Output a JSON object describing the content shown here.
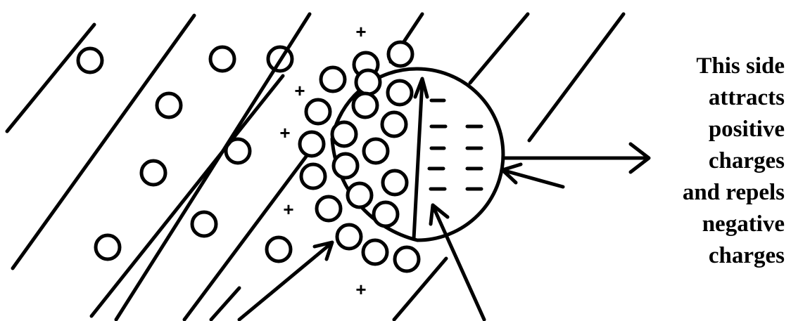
{
  "label_lines": [
    "This side",
    "attracts",
    "positive",
    "charges",
    "and repels",
    "negative",
    "charges"
  ],
  "positive_symbol": "+",
  "negative_symbol": "–"
}
